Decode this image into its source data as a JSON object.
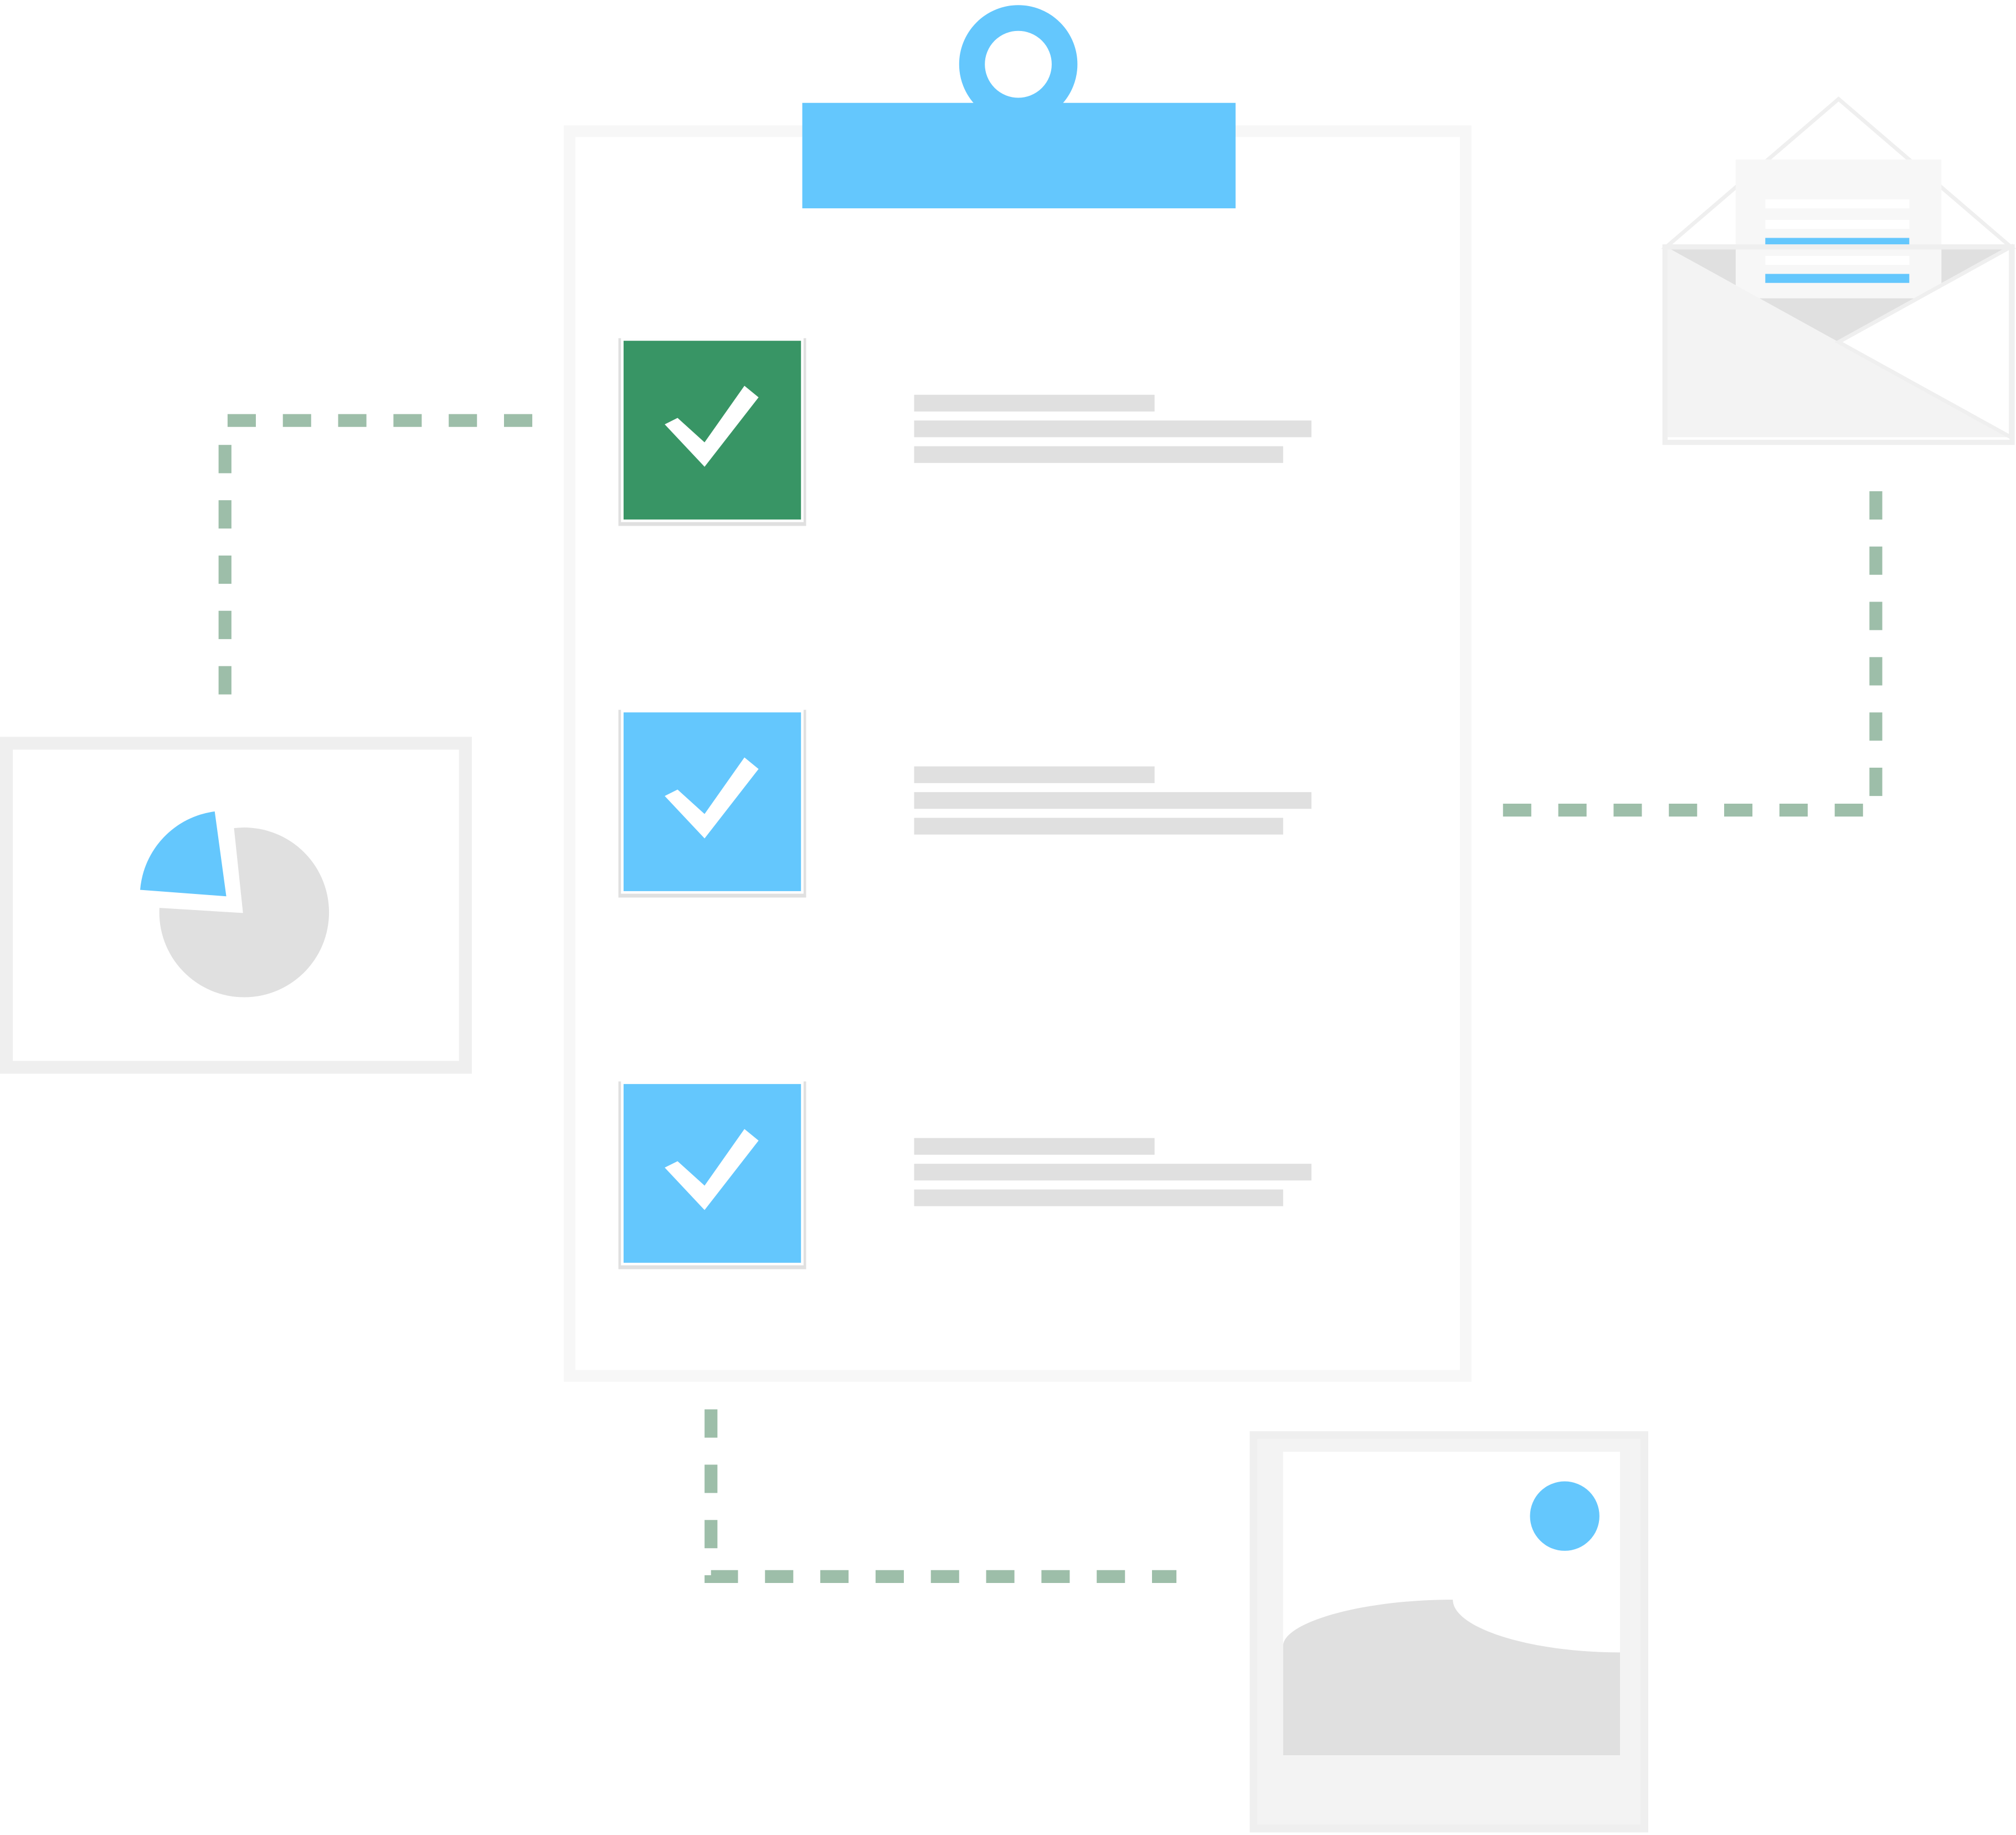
{
  "colors": {
    "background": "#ffffff",
    "accent_blue": "#64c7fd",
    "accent_green": "#389565",
    "connector": "#9dbea9",
    "panel_light": "#f7f7f7",
    "panel_border": "#efefef",
    "placeholder_gray": "#e0e0e0",
    "check_mark": "#ffffff"
  },
  "checklist": {
    "items": [
      {
        "state": "checked",
        "box_color": "#389565",
        "text_lines": 3
      },
      {
        "state": "checked",
        "box_color": "#64c7fd",
        "text_lines": 3
      },
      {
        "state": "checked",
        "box_color": "#64c7fd",
        "text_lines": 3
      }
    ]
  },
  "icons": [
    "clipboard-icon",
    "pie-chart-icon",
    "envelope-icon",
    "image-icon"
  ]
}
